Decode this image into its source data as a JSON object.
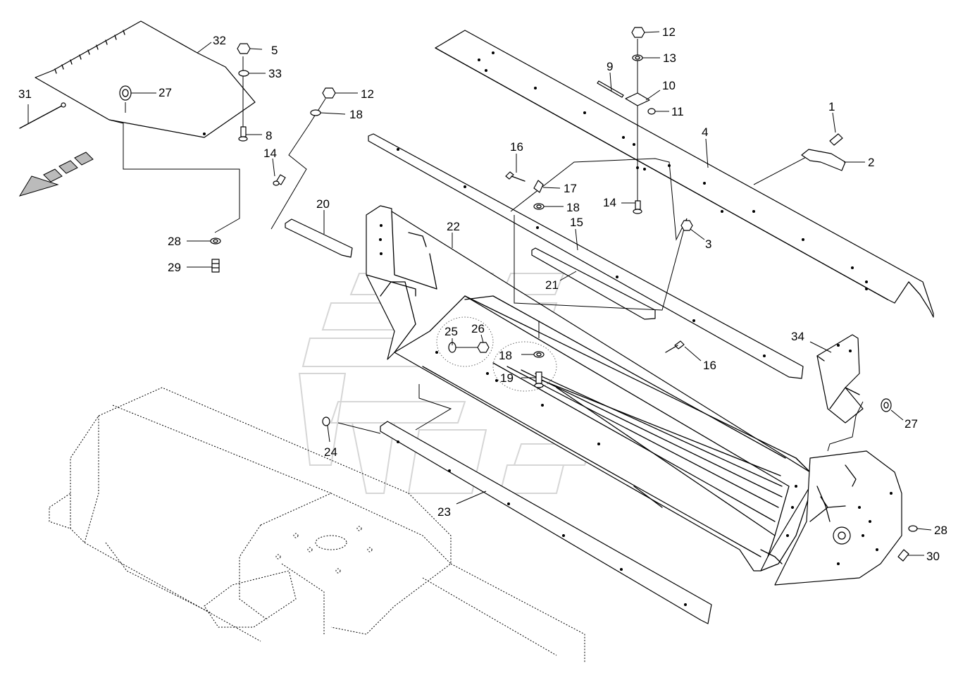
{
  "callouts": [
    {
      "id": "c32",
      "text": "32"
    },
    {
      "id": "c31",
      "text": "31"
    },
    {
      "id": "c27a",
      "text": "27"
    },
    {
      "id": "c5",
      "text": "5"
    },
    {
      "id": "c33",
      "text": "33"
    },
    {
      "id": "c8",
      "text": "8"
    },
    {
      "id": "c14a",
      "text": "14"
    },
    {
      "id": "c12a",
      "text": "12"
    },
    {
      "id": "c18a",
      "text": "18"
    },
    {
      "id": "c20",
      "text": "20"
    },
    {
      "id": "c28a",
      "text": "28"
    },
    {
      "id": "c29",
      "text": "29"
    },
    {
      "id": "c22",
      "text": "22"
    },
    {
      "id": "c16a",
      "text": "16"
    },
    {
      "id": "c17",
      "text": "17"
    },
    {
      "id": "c18b",
      "text": "18"
    },
    {
      "id": "c15",
      "text": "15"
    },
    {
      "id": "c21",
      "text": "21"
    },
    {
      "id": "c9",
      "text": "9"
    },
    {
      "id": "c12b",
      "text": "12"
    },
    {
      "id": "c13",
      "text": "13"
    },
    {
      "id": "c10",
      "text": "10"
    },
    {
      "id": "c11",
      "text": "11"
    },
    {
      "id": "c14b",
      "text": "14"
    },
    {
      "id": "c4",
      "text": "4"
    },
    {
      "id": "c1",
      "text": "1"
    },
    {
      "id": "c2",
      "text": "2"
    },
    {
      "id": "c3",
      "text": "3"
    },
    {
      "id": "c25",
      "text": "25"
    },
    {
      "id": "c26",
      "text": "26"
    },
    {
      "id": "c18c",
      "text": "18"
    },
    {
      "id": "c19",
      "text": "19"
    },
    {
      "id": "c16b",
      "text": "16"
    },
    {
      "id": "c34",
      "text": "34"
    },
    {
      "id": "c27b",
      "text": "27"
    },
    {
      "id": "c24",
      "text": "24"
    },
    {
      "id": "c23",
      "text": "23"
    },
    {
      "id": "c28b",
      "text": "28"
    },
    {
      "id": "c30",
      "text": "30"
    }
  ]
}
